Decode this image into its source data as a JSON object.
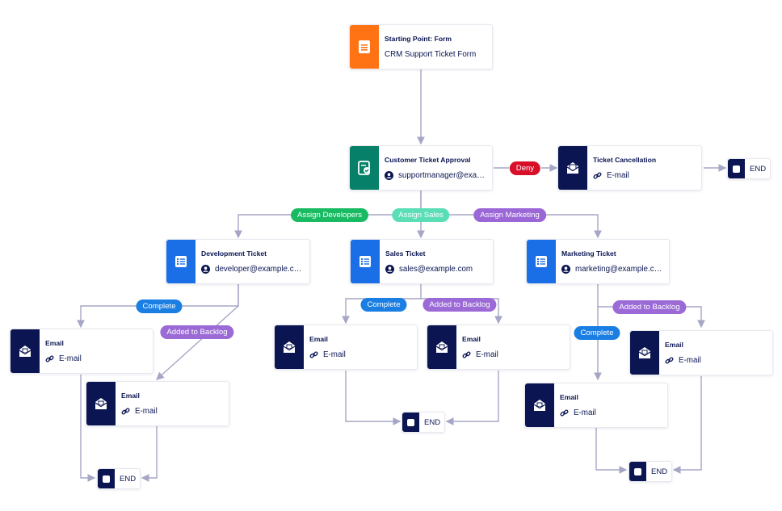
{
  "colors": {
    "start": "#ff7315",
    "approval": "#07806a",
    "email": "#0a1551",
    "assign": "#1b6fe6",
    "line": "#a6a6c6",
    "deny": "#d80f28",
    "assign_developers": "#18bb62",
    "assign_sales": "#59deb5",
    "assign_marketing": "#9b66d6",
    "complete": "#1a7ee3",
    "backlog": "#9b6ad6"
  },
  "nodes": {
    "start": {
      "title": "Starting Point: Form",
      "subtitle": "CRM Support Ticket Form",
      "icon": "form-icon"
    },
    "approval": {
      "title": "Customer Ticket Approval",
      "subtitle": "supportmanager@example.com",
      "icon": "approval-icon"
    },
    "cancellation": {
      "title": "Ticket Cancellation",
      "subtitle": "E-mail",
      "icon": "email-icon"
    },
    "dev_ticket": {
      "title": "Development Ticket",
      "subtitle": "developer@example.com",
      "icon": "assign-form-icon"
    },
    "sales_ticket": {
      "title": "Sales Ticket",
      "subtitle": "sales@example.com",
      "icon": "assign-form-icon"
    },
    "marketing_ticket": {
      "title": "Marketing Ticket",
      "subtitle": "marketing@example.com",
      "icon": "assign-form-icon"
    },
    "email_dev_complete": {
      "title": "Email",
      "subtitle": "E-mail"
    },
    "email_dev_backlog": {
      "title": "Email",
      "subtitle": "E-mail"
    },
    "email_sales_complete": {
      "title": "Email",
      "subtitle": "E-mail"
    },
    "email_sales_backlog": {
      "title": "Email",
      "subtitle": "E-mail"
    },
    "email_mkt_complete": {
      "title": "Email",
      "subtitle": "E-mail"
    },
    "email_mkt_backlog": {
      "title": "Email",
      "subtitle": "E-mail"
    }
  },
  "end_label": "END",
  "labels": {
    "deny": "Deny",
    "assign_developers": "Assign Developers",
    "assign_sales": "Assign Sales",
    "assign_marketing": "Assign Marketing",
    "complete": "Complete",
    "added_to_backlog": "Added to Backlog"
  }
}
